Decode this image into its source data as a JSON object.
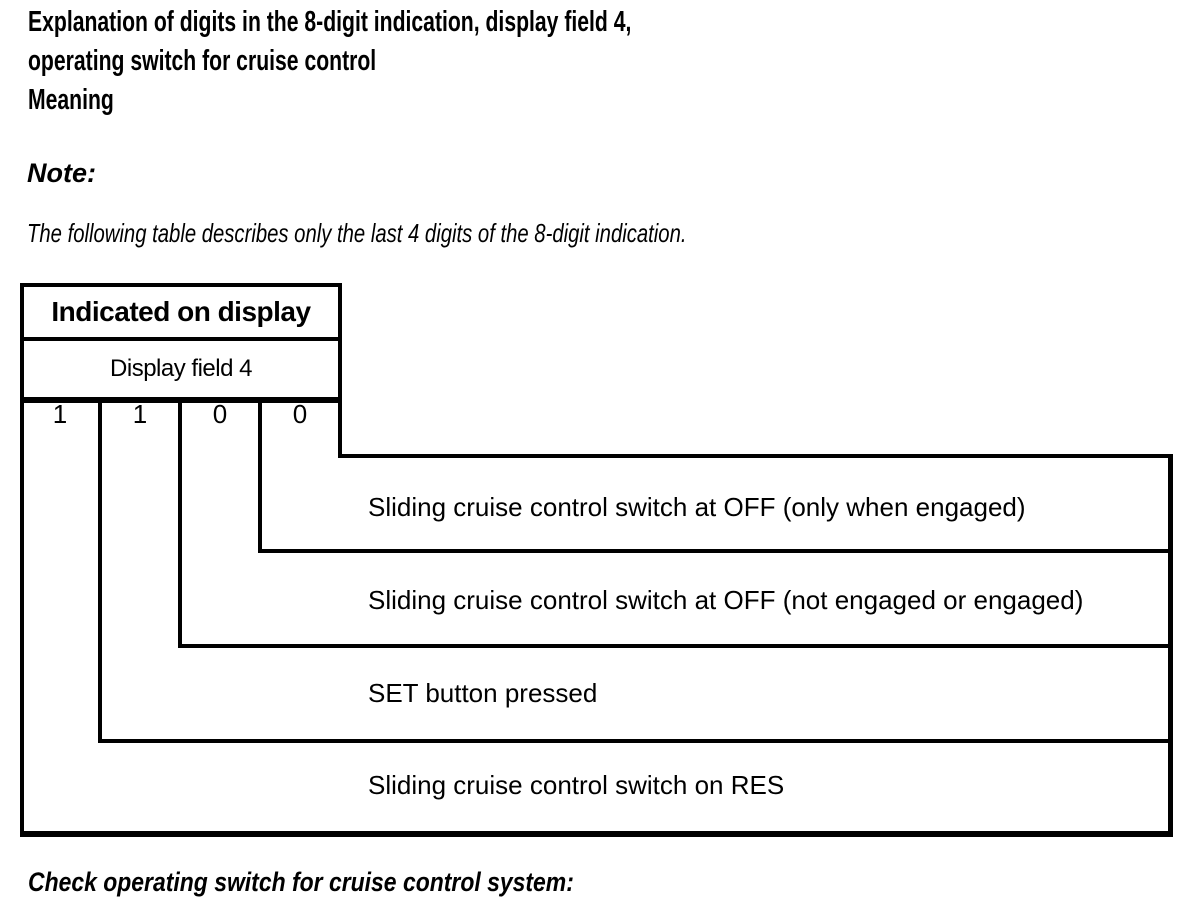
{
  "title": {
    "line1": "Explanation of digits in the 8-digit indication, display field 4,",
    "line2": "operating switch for cruise control",
    "line3": "Meaning"
  },
  "note": {
    "label": "Note:",
    "body": "The following table describes only the last 4 digits of the 8-digit indication."
  },
  "diagram": {
    "header": "Indicated on display",
    "subheader": "Display field 4",
    "digits": [
      "1",
      "1",
      "0",
      "0"
    ],
    "rows": [
      "Sliding cruise control switch at OFF (only when engaged)",
      "Sliding cruise control switch at OFF (not engaged or engaged)",
      "SET button pressed",
      "Sliding cruise control switch on RES"
    ]
  },
  "footer": {
    "text": "Check operating switch for cruise control system:"
  },
  "colors": {
    "ink": "#000000",
    "background": "#ffffff"
  }
}
